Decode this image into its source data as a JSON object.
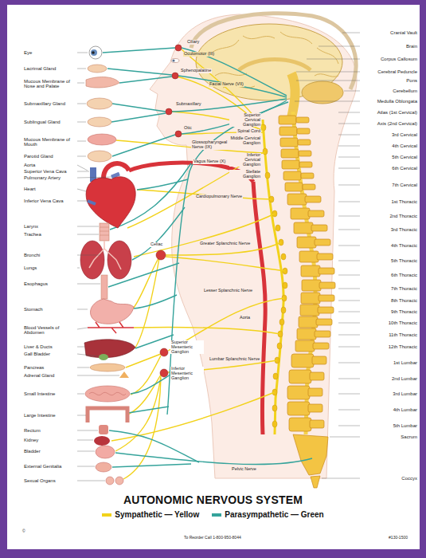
{
  "diagram": {
    "title": "AUTONOMIC NERVOUS SYSTEM",
    "labels": [
      "Eye",
      "Lacrimal Gland",
      "Mucous Membrane of Nose and Palate",
      "Submaxillary Gland",
      "Sublingual Gland",
      "Mucous Membrane of Mouth",
      "Parotid Gland",
      "Aorta",
      "Superior Vena Cava",
      "Pulmonary Artery",
      "Heart",
      "Inferior Vena Cava",
      "Larynx",
      "Trachea",
      "Bronchi",
      "Lungs",
      "Esophagus",
      "Stomach",
      "Blood Vessels of Abdomen",
      "Liver & Ducts",
      "Gall Bladder",
      "Pancreas",
      "Adrenal Gland",
      "Small Intestine",
      "Large Intestine",
      "Rectum",
      "Kidney",
      "Bladder",
      "External Genitalia",
      "Sexual Organs",
      "Cranial Vault",
      "Brain",
      "Corpus Callosum",
      "Cerebral Peduncle",
      "Pons",
      "Cerebellum",
      "Medulla Oblongata",
      "Atlas (1st Cervical)",
      "Axis (2nd Cervical)",
      "3rd Cervical",
      "4th Cervical",
      "5th Cervical",
      "6th Cervical",
      "7th Cervical",
      "1st Thoracic",
      "2nd Thoracic",
      "3rd Thoracic",
      "4th Thoracic",
      "5th Thoracic",
      "6th Thoracic",
      "7th Thoracic",
      "8th Thoracic",
      "9th Thoracic",
      "10th Thoracic",
      "11th Thoracic",
      "12th Thoracic",
      "1st Lumbar",
      "2nd Lumbar",
      "3rd Lumbar",
      "4th Lumbar",
      "5th Lumbar",
      "Sacrum",
      "Coccyx",
      "Ciliary",
      "Oculomotor (III)",
      "Sphenopalatine",
      "Facial Nerve (VII)",
      "Submaxillary",
      "Otic",
      "Glossopharyngeal Nerve (IX)",
      "Vagus Nerve (X)",
      "Cardiopulmonary Nerve",
      "Greater Splanchnic Nerve",
      "Lesser Splanchnic Nerve",
      "Celiac",
      "Superior Mesenteric Ganglion",
      "Inferior Mesenteric Ganglion",
      "Lumbar Splanchnic Nerve",
      "Pelvic Nerve",
      "Aorta",
      "Superior Cervical Ganglion",
      "Spinal Cord",
      "Middle Cervical Ganglion",
      "Inferior Cervical Ganglion",
      "Stellate Ganglion",
      "©",
      "To Reorder Call 1-800-950-8044",
      "#130-1500"
    ],
    "legend": [
      {
        "text": "Sympathetic — Yellow",
        "color": "#f2d21b"
      },
      {
        "text": "Parasympathetic — Green",
        "color": "#35a39b"
      }
    ]
  }
}
